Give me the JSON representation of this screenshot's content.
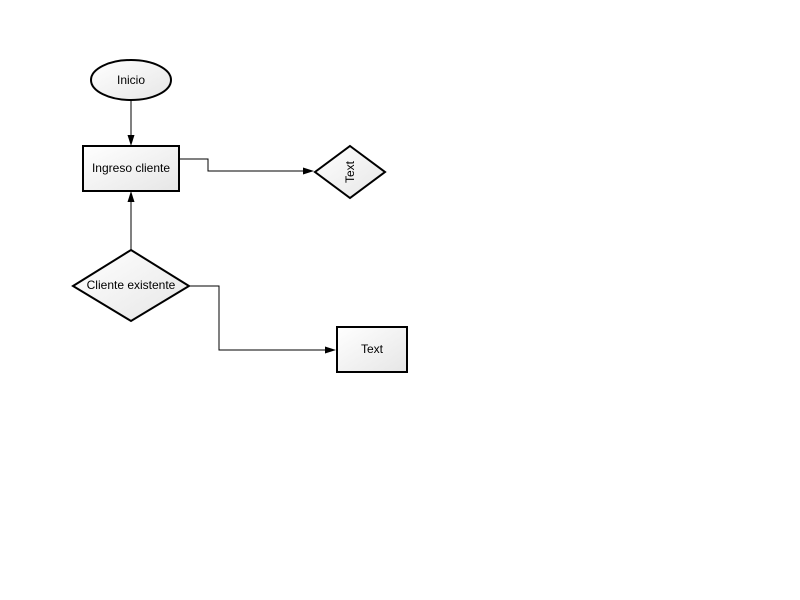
{
  "diagram": {
    "nodes": {
      "inicio": {
        "label": "Inicio",
        "shape": "ellipse"
      },
      "ingreso_cliente": {
        "label": "Ingreso cliente",
        "shape": "rectangle"
      },
      "decision_text": {
        "label": "Text",
        "shape": "diamond",
        "label_rotation": "vertical"
      },
      "cliente_existente": {
        "label": "Cliente existente",
        "shape": "diamond"
      },
      "process_text": {
        "label": "Text",
        "shape": "rectangle"
      }
    },
    "edges": [
      {
        "from": "inicio",
        "to": "ingreso_cliente"
      },
      {
        "from": "ingreso_cliente",
        "to": "decision_text"
      },
      {
        "from": "cliente_existente",
        "to": "ingreso_cliente"
      },
      {
        "from": "cliente_existente",
        "to": "process_text"
      }
    ],
    "colors": {
      "stroke": "#000000",
      "fill_light": "#ffffff",
      "fill_dark": "#e6e6e6",
      "background": "#ffffff"
    }
  }
}
